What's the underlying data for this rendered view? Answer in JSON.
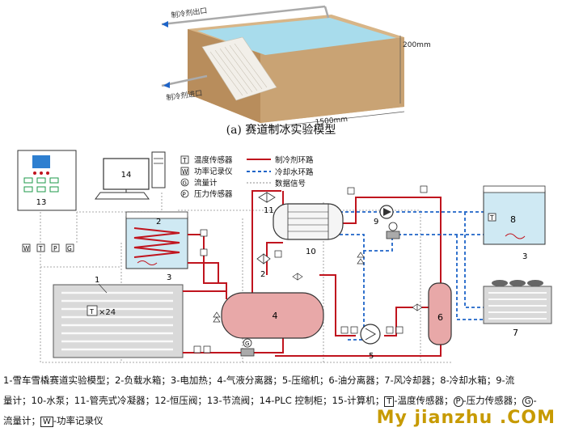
{
  "model": {
    "outlet_label": "制冷剂出口",
    "inlet_label": "制冷剂进口",
    "height_label": "200mm",
    "length_label": "1500mm"
  },
  "caption_a": "(a)  赛道制冰实验模型",
  "legend_keys": {
    "temp_sensor": "温度传感器",
    "power_logger": "功率记录仪",
    "flowmeter": "流量计",
    "pressure_sensor": "压力传感器",
    "refrigerant_loop": "制冷剂环路",
    "cooling_water_loop": "冷却水环路",
    "data_signal": "数据信号"
  },
  "symbols": {
    "T": "T",
    "W": "W",
    "G": "G",
    "P": "P"
  },
  "component_numbers": [
    "1",
    "2",
    "3",
    "4",
    "5",
    "6",
    "7",
    "8",
    "9",
    "10",
    "11",
    "12",
    "13",
    "14",
    "15"
  ],
  "sensor_count_label": "×24",
  "legend_text": {
    "line1": "1-雪车雪橇赛道实验模型；2-负载水箱；3-电加热；4-气液分离器；5-压缩机；6-油分离器；7-风冷却器；8-冷却水箱；9-流",
    "line2": "量计；10-水泵；11-管壳式冷凝器；12-恒压阀；13-节流阀；14-PLC 控制柜；15-计算机；",
    "t_symbol": "T",
    "t_desc": "-温度传感器；",
    "p_symbol": "P",
    "p_desc": "-压力传感器；",
    "g_symbol": "G",
    "g_desc": "-",
    "line3_a": "流量计；",
    "w_symbol": "W",
    "w_desc": "-功率记录仪"
  },
  "watermark": "My jianzhu .COM",
  "colors": {
    "refrigerant": "#c0141e",
    "cooling_water": "#1e64c8",
    "data_signal": "#8c8c8c",
    "water": "#a8dcec",
    "wood": "#c9a374",
    "tank": "#e8a8a8"
  }
}
